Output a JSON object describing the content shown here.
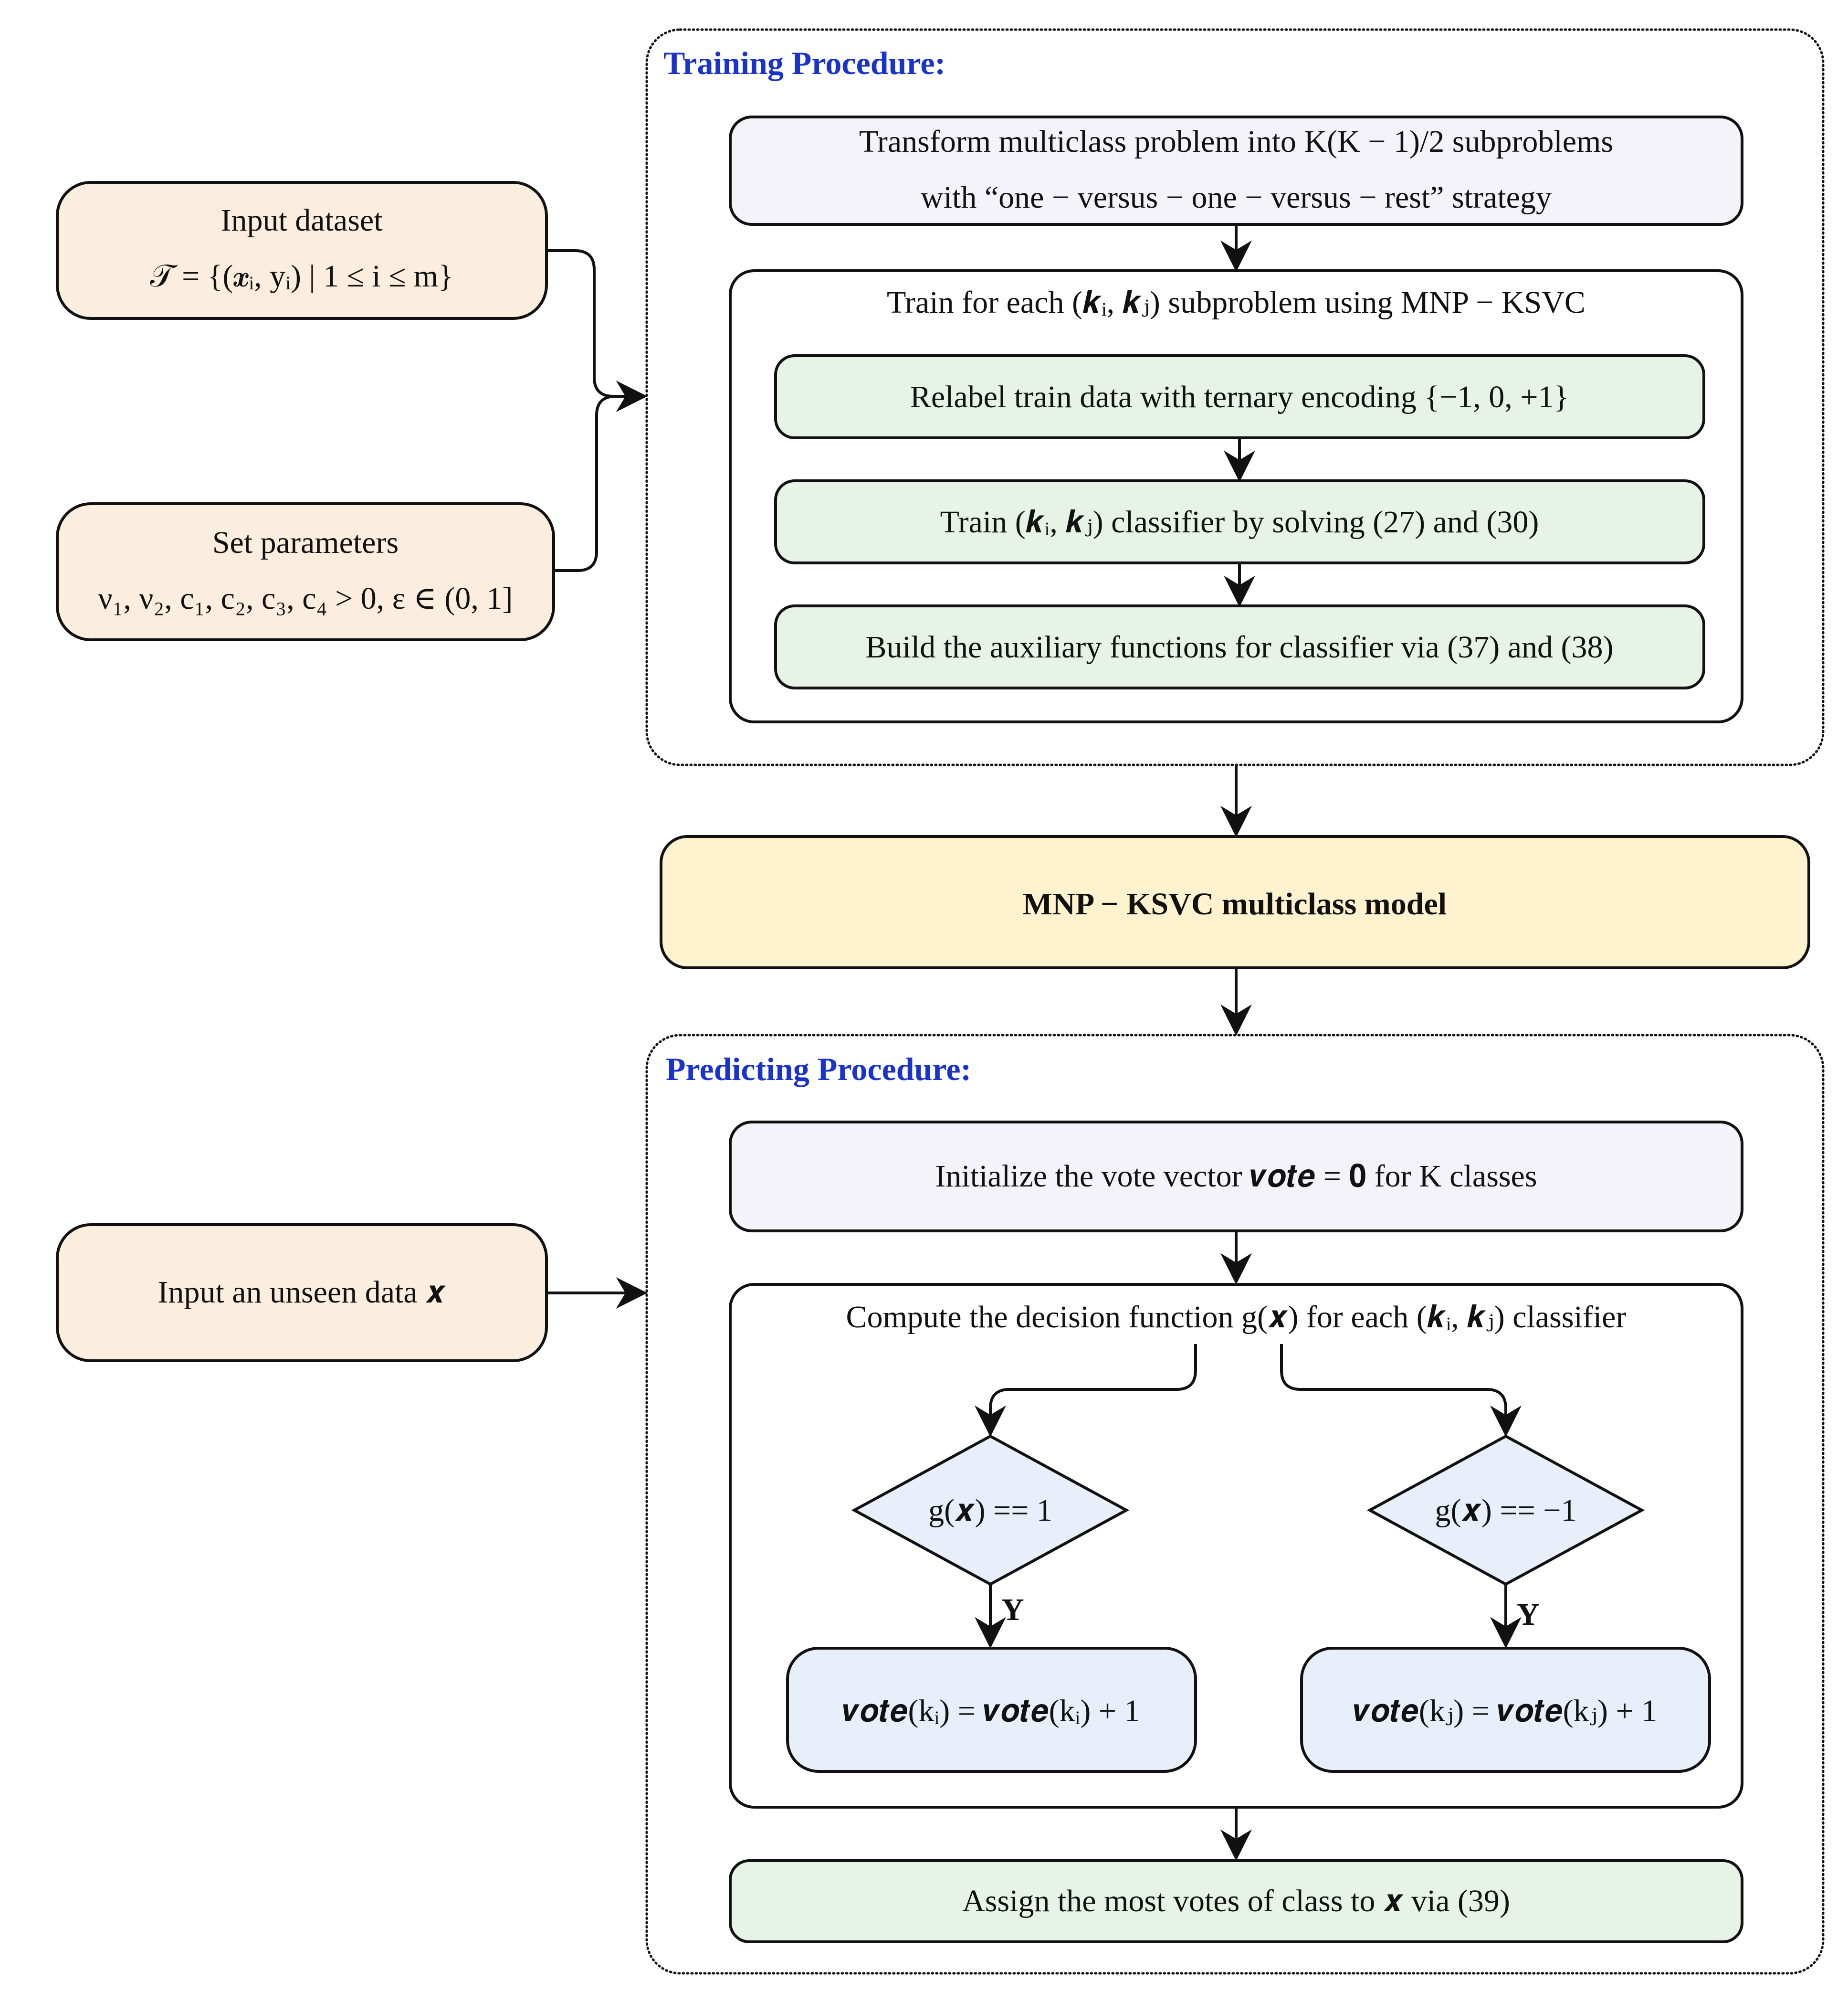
{
  "colors": {
    "peach": "#fbeede",
    "lavender": "#f5f3fa",
    "mint": "#e8f3e7",
    "yellow": "#fff3cf",
    "lightblue": "#e8effa",
    "title_blue": "#1a33cc",
    "stroke": "#111111"
  },
  "inputs": {
    "dataset_title": "Input dataset",
    "dataset_formula": "𝒯 = {(𝒙ᵢ, yᵢ) | 1 ≤ i ≤ m}",
    "params_title": "Set parameters",
    "params_formula": "ν₁, ν₂, c₁, c₂, c₃, c₄ > 0,  ε ∈ (0, 1]",
    "unseen": "Input an unseen data 𝒙"
  },
  "training": {
    "title": "Training Procedure:",
    "transform_line1": "Transform multiclass problem into K(K − 1)/2 subproblems",
    "transform_line2": "with “one − versus − one − versus − rest” strategy",
    "train_group": "Train for each (𝒌ᵢ, 𝒌ⱼ) subproblem using MNP − KSVC",
    "relabel": "Relabel train data with ternary encoding {−1, 0, +1}",
    "train_clf": "Train (𝒌ᵢ, 𝒌ⱼ) classifier by solving (27) and (30)",
    "build_aux": "Build the auxiliary functions for classifier via (37) and (38)"
  },
  "model": {
    "label": "MNP − KSVC multiclass model"
  },
  "predicting": {
    "title": "Predicting Procedure:",
    "init": "Initialize the vote vector 𝒗𝒐𝒕𝒆 = 𝟎 for K classes",
    "compute_group": "Compute the decision function g(𝒙) for each (𝒌ᵢ, 𝒌ⱼ) classifier",
    "cond_left": "g(𝒙) == 1",
    "cond_right": "g(𝒙) == −1",
    "yes_left": "Y",
    "yes_right": "Y",
    "vote_left": "𝒗𝒐𝒕𝒆(kᵢ) = 𝒗𝒐𝒕𝒆(kᵢ) + 1",
    "vote_right": "𝒗𝒐𝒕𝒆(kⱼ) = 𝒗𝒐𝒕𝒆(kⱼ) + 1",
    "assign": "Assign the most votes of class to 𝒙 via (39)"
  }
}
